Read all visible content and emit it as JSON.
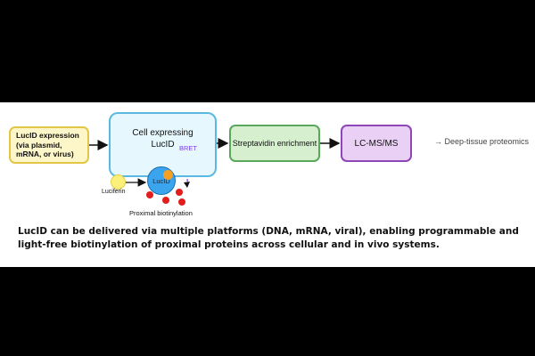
{
  "diagram": {
    "expression_box": "LucID expression\n(via plasmid,\nmRNA, or virus)",
    "cell_box": "Cell expressing\nLucID",
    "bret_label": "BRET",
    "streptavidin_box": "Streptavidin enrichment",
    "lcms_box": "LC-MS/MS",
    "deep_tissue_label": "→ Deep-tissue proteomics",
    "lucid_circle": "LucID",
    "luciferin_label": "Luciferin",
    "proximal_label": "Proximal biotinylation",
    "colors": {
      "expression": "#e3c648",
      "cell": "#5bb8e0",
      "streptavidin": "#5aa85c",
      "lcms": "#8e47b8",
      "lucid": "#3aa4ee",
      "biotin": "#e31c1c"
    }
  },
  "caption": "LucID can be delivered via multiple platforms (DNA, mRNA, viral), enabling programmable and light-free biotinylation of proximal proteins across cellular and in vivo systems."
}
